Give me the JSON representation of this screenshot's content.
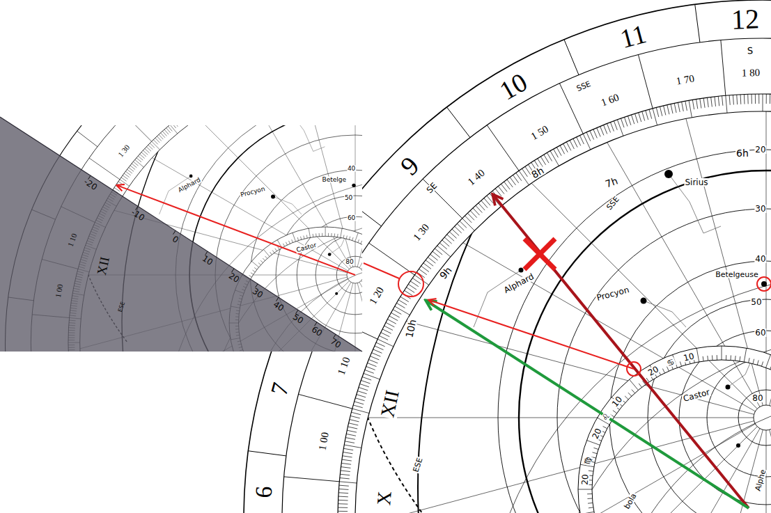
{
  "diagram": {
    "labels": [
      "12",
      "11",
      "10",
      "9",
      "7",
      "6",
      "S",
      "1 80",
      "1 70",
      "SSE",
      "1 60",
      "1 50",
      "1 40",
      "SE",
      "1 30",
      "1 20",
      "1 10",
      "1 00",
      "SSE",
      "ESE",
      "6h",
      "7h",
      "8h",
      "9h",
      "10h",
      "XII",
      "X",
      "Sirius",
      "Procyon",
      "Alphard",
      "Betelgeuse",
      "Castor",
      "Alphe",
      "bola",
      "20",
      "30",
      "40",
      "50",
      "60",
      "80",
      "20",
      "♋",
      "10",
      "20",
      "♌",
      "10",
      "20",
      "♍",
      "1 30",
      "Alphard",
      "Procyon",
      "Betelge",
      "Castor",
      "40",
      "50",
      "60",
      "80",
      "ESE",
      "1 10",
      "1 00",
      "XII",
      "-20",
      "-10",
      "0",
      "10",
      "20",
      "30",
      "40",
      "50",
      "60",
      "70"
    ]
  }
}
